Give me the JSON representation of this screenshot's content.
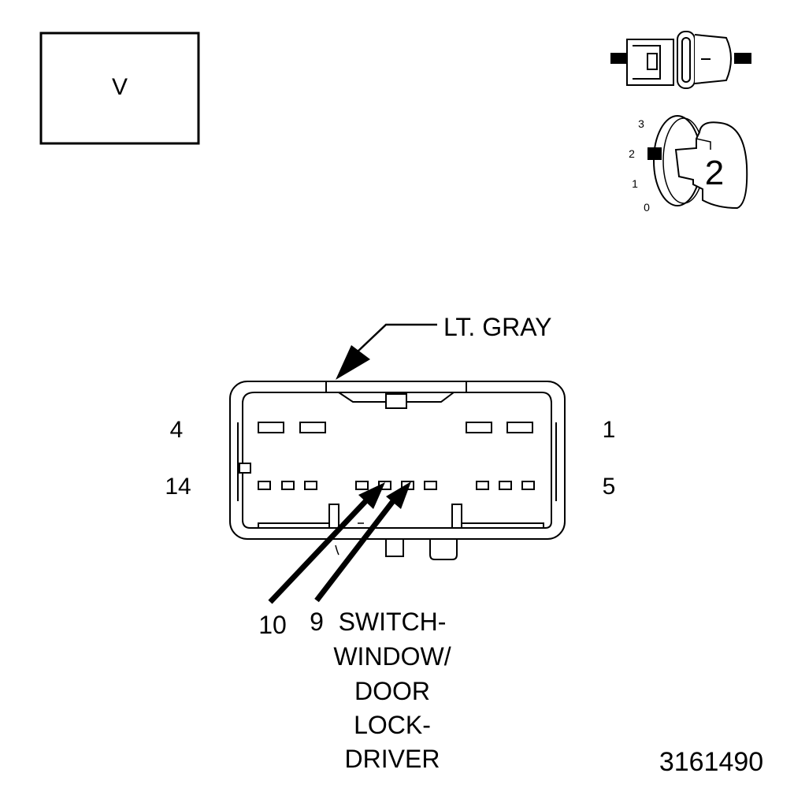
{
  "meter_mode": {
    "label": "V"
  },
  "key_position": {
    "positions": [
      "3",
      "2",
      "1",
      "0"
    ],
    "selected": "2"
  },
  "connector": {
    "color": "LT. GRAY",
    "pin_labels": {
      "top_left": "4",
      "top_right": "1",
      "bottom_left": "14",
      "bottom_right": "5"
    },
    "probe_pins": [
      "10",
      "9"
    ],
    "component": [
      "SWITCH-",
      "WINDOW/",
      "DOOR",
      "LOCK-",
      "DRIVER"
    ]
  },
  "figure_id": "3161490"
}
